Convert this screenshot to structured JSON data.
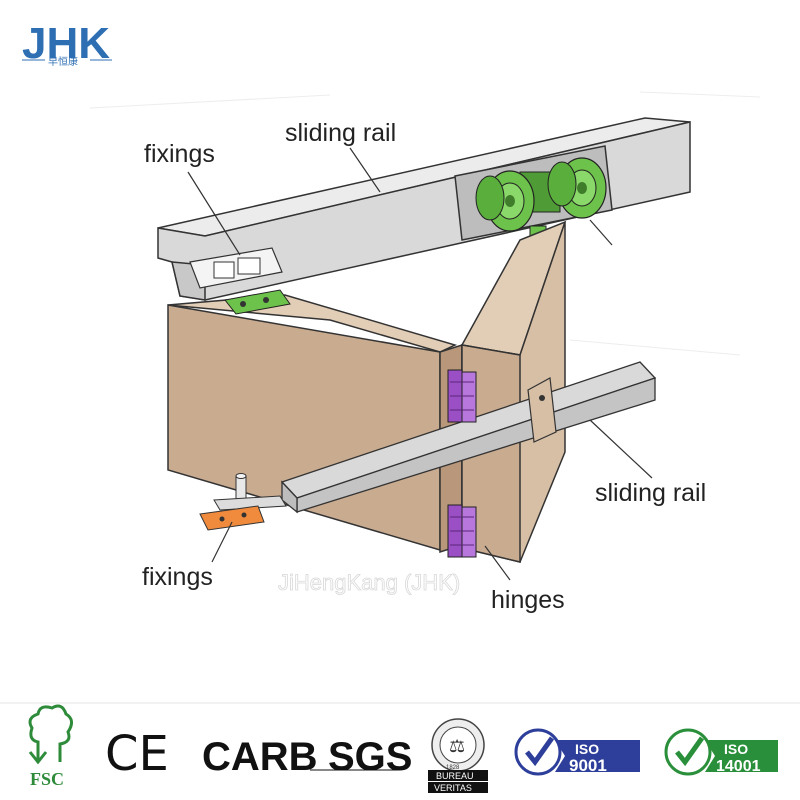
{
  "brand": {
    "logo_text": "JHK",
    "logo_subtext": "早恒康",
    "color": "#2e6fb3"
  },
  "labels": {
    "top_left_fixings": "fixings",
    "top_sliding_rail": "sliding rail",
    "bottom_sliding_rail": "sliding rail",
    "bottom_fixings": "fixings",
    "hinges": "hinges"
  },
  "watermark": "JiHengKang (JHK)",
  "certifications": {
    "fsc": "FSC",
    "ce": "CE",
    "carb": "CARB",
    "sgs": "SGS",
    "bureau_veritas_top": "BUREAU",
    "bureau_veritas_bottom": "VERITAS",
    "bureau_veritas_year": "1828",
    "iso9001_top": "ISO",
    "iso9001_bottom": "9001",
    "iso14001_top": "ISO",
    "iso14001_bottom": "14001"
  },
  "colors": {
    "rail": "#d9d9d9",
    "door_front": "#c9ab90",
    "door_side": "#d7bfa6",
    "wheel_green": "#6cc24a",
    "hinge_purple": "#9b4fc4",
    "fixing_orange": "#f08a3c",
    "iso_blue": "#2d3f9a",
    "iso_green": "#2a8f3a"
  }
}
